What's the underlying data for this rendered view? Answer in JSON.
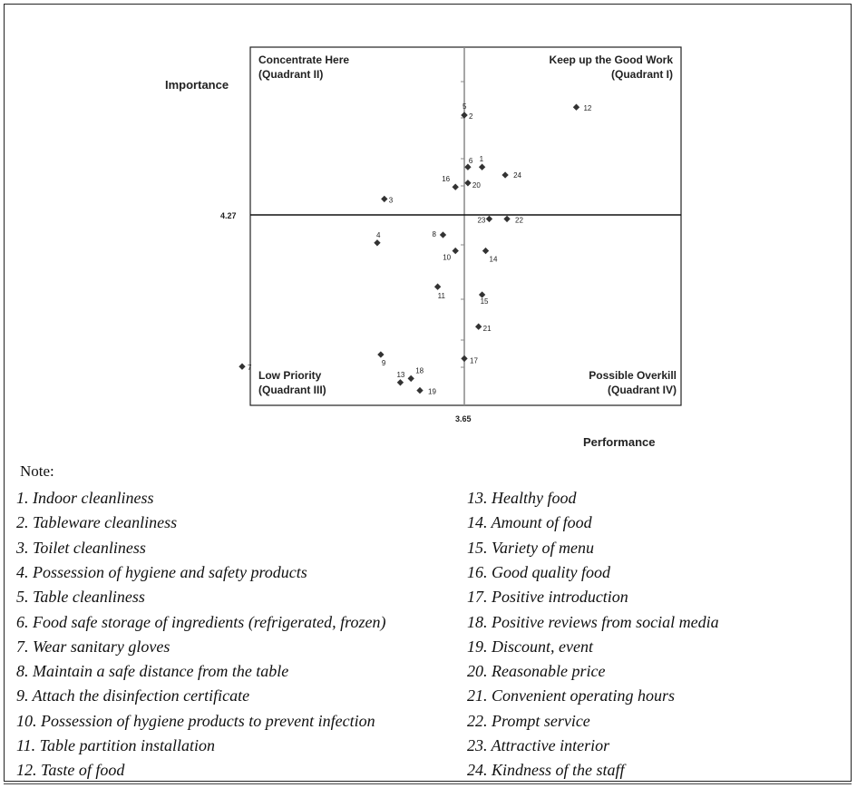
{
  "chart_data": {
    "type": "scatter",
    "title": "",
    "ylabel": "Importance",
    "xlabel": "Performance",
    "x_mean_label": "3.65",
    "y_mean_label": "4.27",
    "quadrants": {
      "q2": {
        "title": "Concentrate Here",
        "sub": "(Quadrant II)"
      },
      "q1": {
        "title": "Keep up the Good Work",
        "sub": "(Quadrant I)"
      },
      "q3": {
        "title": "Low Priority",
        "sub": "(Quadrant III)"
      },
      "q4": {
        "title": "Possible Overkill",
        "sub": "(Quadrant IV)"
      }
    },
    "points": [
      {
        "label": "1",
        "x": 3.75,
        "y": 4.39
      },
      {
        "label": "2",
        "x": 3.65,
        "y": 4.52
      },
      {
        "label": "3",
        "x": 3.2,
        "y": 4.31
      },
      {
        "label": "4",
        "x": 3.16,
        "y": 4.2
      },
      {
        "label": "5",
        "x": 3.65,
        "y": 4.52
      },
      {
        "label": "6",
        "x": 3.67,
        "y": 4.39
      },
      {
        "label": "7",
        "x": 2.4,
        "y": 3.89
      },
      {
        "label": "8",
        "x": 3.53,
        "y": 4.22
      },
      {
        "label": "9",
        "x": 3.18,
        "y": 3.92
      },
      {
        "label": "10",
        "x": 3.6,
        "y": 4.18
      },
      {
        "label": "11",
        "x": 3.5,
        "y": 4.09
      },
      {
        "label": "12",
        "x": 4.28,
        "y": 4.54
      },
      {
        "label": "13",
        "x": 3.29,
        "y": 3.85
      },
      {
        "label": "14",
        "x": 3.77,
        "y": 4.18
      },
      {
        "label": "15",
        "x": 3.75,
        "y": 4.07
      },
      {
        "label": "16",
        "x": 3.6,
        "y": 4.34
      },
      {
        "label": "17",
        "x": 3.65,
        "y": 3.91
      },
      {
        "label": "18",
        "x": 3.35,
        "y": 3.86
      },
      {
        "label": "19",
        "x": 3.4,
        "y": 3.83
      },
      {
        "label": "20",
        "x": 3.67,
        "y": 4.35
      },
      {
        "label": "21",
        "x": 3.73,
        "y": 3.99
      },
      {
        "label": "22",
        "x": 3.89,
        "y": 4.26
      },
      {
        "label": "23",
        "x": 3.79,
        "y": 4.26
      },
      {
        "label": "24",
        "x": 3.88,
        "y": 4.37
      }
    ]
  },
  "note": {
    "title": "Note:",
    "items": [
      "1. Indoor cleanliness",
      "2. Tableware cleanliness",
      "3. Toilet cleanliness",
      "4. Possession of hygiene and safety products",
      "5. Table cleanliness",
      "6. Food safe storage of ingredients (refrigerated, frozen)",
      "7. Wear sanitary gloves",
      "8. Maintain a safe distance from the table",
      "9. Attach the disinfection certificate",
      "10. Possession of hygiene products to prevent infection",
      "11. Table partition installation",
      "12. Taste of food",
      "13. Healthy food",
      "14. Amount of food",
      "15. Variety of menu",
      "16. Good quality food",
      "17. Positive introduction",
      "18. Positive reviews from social media",
      "19. Discount, event",
      "20. Reasonable price",
      "21. Convenient operating hours",
      "22. Prompt service",
      "23. Attractive interior",
      "24. Kindness of the staff"
    ]
  }
}
